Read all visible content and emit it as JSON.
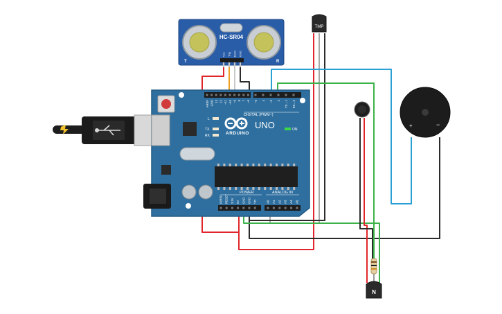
{
  "sensor": {
    "title": "HC-SR04",
    "pins": [
      "Vcc",
      "Trig",
      "Echo",
      "GND"
    ],
    "left_mark": "T",
    "right_mark": "R"
  },
  "temp_sensor": {
    "label": "TMP"
  },
  "transistor": {
    "label": "N"
  },
  "buzzer": {
    "plus": "+",
    "minus": "−"
  },
  "arduino": {
    "brand": "ARDUINO",
    "model": "UNO",
    "on_label": "ON",
    "digital_label": "DIGITAL (PWM~)",
    "power_label": "POWER",
    "analog_label": "ANALOG IN",
    "led_labels": [
      "L",
      "TX",
      "RX"
    ],
    "top_pins": [
      "AREF",
      "GND",
      "13",
      "12",
      "~11",
      "~10",
      "~9",
      "8",
      "7",
      "~6",
      "~5",
      "4",
      "~3",
      "2",
      "TX→1",
      "RX←0"
    ],
    "power_pins": [
      "IOREF",
      "RESET",
      "3.3V",
      "5V",
      "GND",
      "GND",
      "Vin"
    ],
    "analog_pins": [
      "A0",
      "A1",
      "A2",
      "A3",
      "A4",
      "A5"
    ]
  },
  "colors": {
    "board": "#2f6f9f",
    "board_dark": "#245a82",
    "wire_red": "#e0262a",
    "wire_black": "#2b2b2b",
    "wire_green": "#3cb34a",
    "wire_blue": "#2aa0d4",
    "wire_orange": "#f0a020",
    "sensor_blue": "#2a5da8"
  }
}
